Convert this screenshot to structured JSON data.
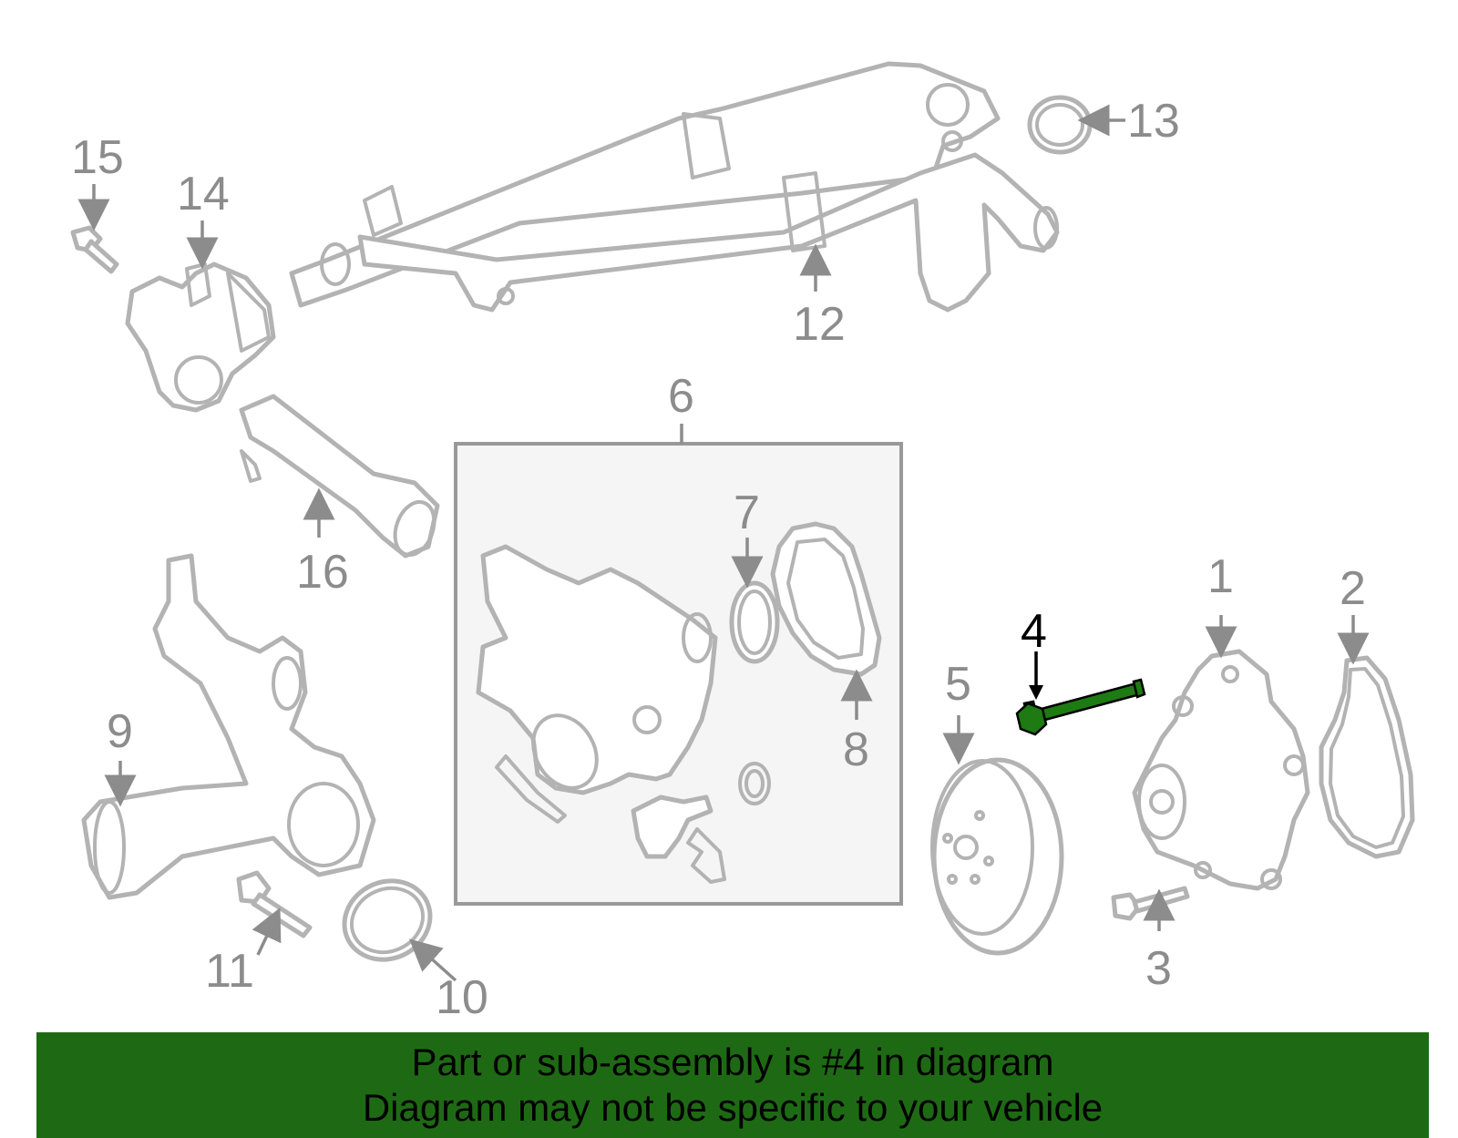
{
  "callouts": [
    {
      "id": "1",
      "text": "1"
    },
    {
      "id": "2",
      "text": "2"
    },
    {
      "id": "3",
      "text": "3"
    },
    {
      "id": "4",
      "text": "4"
    },
    {
      "id": "5",
      "text": "5"
    },
    {
      "id": "6",
      "text": "6"
    },
    {
      "id": "7",
      "text": "7"
    },
    {
      "id": "8",
      "text": "8"
    },
    {
      "id": "9",
      "text": "9"
    },
    {
      "id": "10",
      "text": "10"
    },
    {
      "id": "11",
      "text": "11"
    },
    {
      "id": "12",
      "text": "12"
    },
    {
      "id": "13",
      "text": "13"
    },
    {
      "id": "14",
      "text": "14"
    },
    {
      "id": "15",
      "text": "15"
    },
    {
      "id": "16",
      "text": "16"
    }
  ],
  "highlighted_part": "4",
  "colors": {
    "highlight": "#1e7a12",
    "banner": "#1e6a14",
    "part_outline": "#b3b3b3",
    "callout": "#8c8c8c",
    "subassembly_box": "#f5f5f5"
  },
  "banner": {
    "line1": "Part or sub-assembly is #4 in diagram",
    "line2": "Diagram may not be specific to your vehicle"
  }
}
